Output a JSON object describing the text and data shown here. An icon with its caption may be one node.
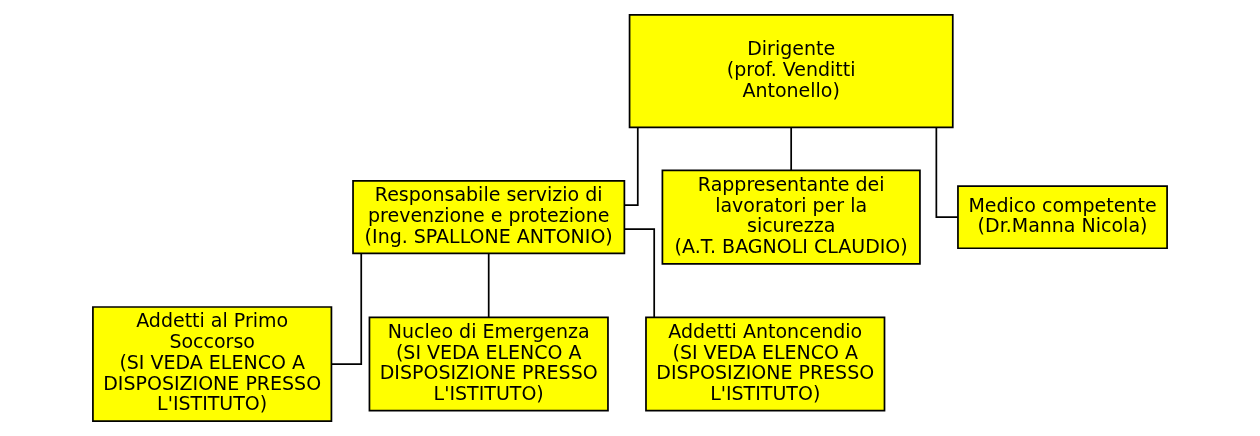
{
  "diagram": {
    "nodes": [
      {
        "text": [
          "Dirigente",
          "(prof. Venditti Antonello)"
        ]
      },
      {
        "text": [
          "Responsabile servizio di prevenzione e protezione",
          "(Ing. SPALLONE ANTONIO)"
        ]
      },
      {
        "text": [
          "Rappresentante dei lavoratori per la sicurezza",
          "(A.T. BAGNOLI CLAUDIO)"
        ]
      },
      {
        "text": [
          "Medico competente",
          "(Dr.Manna Nicola)"
        ]
      },
      {
        "text": [
          "Addetti al Primo Soccorso",
          "(SI VEDA ELENCO A DISPOSIZIONE PRESSO L'ISTITUTO)"
        ]
      },
      {
        "text": [
          "Nucleo di Emergenza",
          "(SI VEDA ELENCO A DISPOSIZIONE PRESSO L'ISTITUTO)"
        ]
      },
      {
        "text": [
          "Addetti Antoncendio",
          "(SI VEDA ELENCO A DISPOSIZIONE PRESSO L'ISTITUTO)"
        ]
      }
    ],
    "edges": [
      {
        "from": 0,
        "to": 1,
        "arrow": "none"
      },
      {
        "from": 0,
        "to": 2,
        "arrow": "none"
      },
      {
        "from": 0,
        "to": 3,
        "arrow": "none"
      },
      {
        "from": 1,
        "to": 4,
        "arrow": "none"
      },
      {
        "from": 1,
        "to": 5,
        "arrow": "none"
      },
      {
        "from": 1,
        "to": 6,
        "arrow": "none"
      }
    ]
  }
}
